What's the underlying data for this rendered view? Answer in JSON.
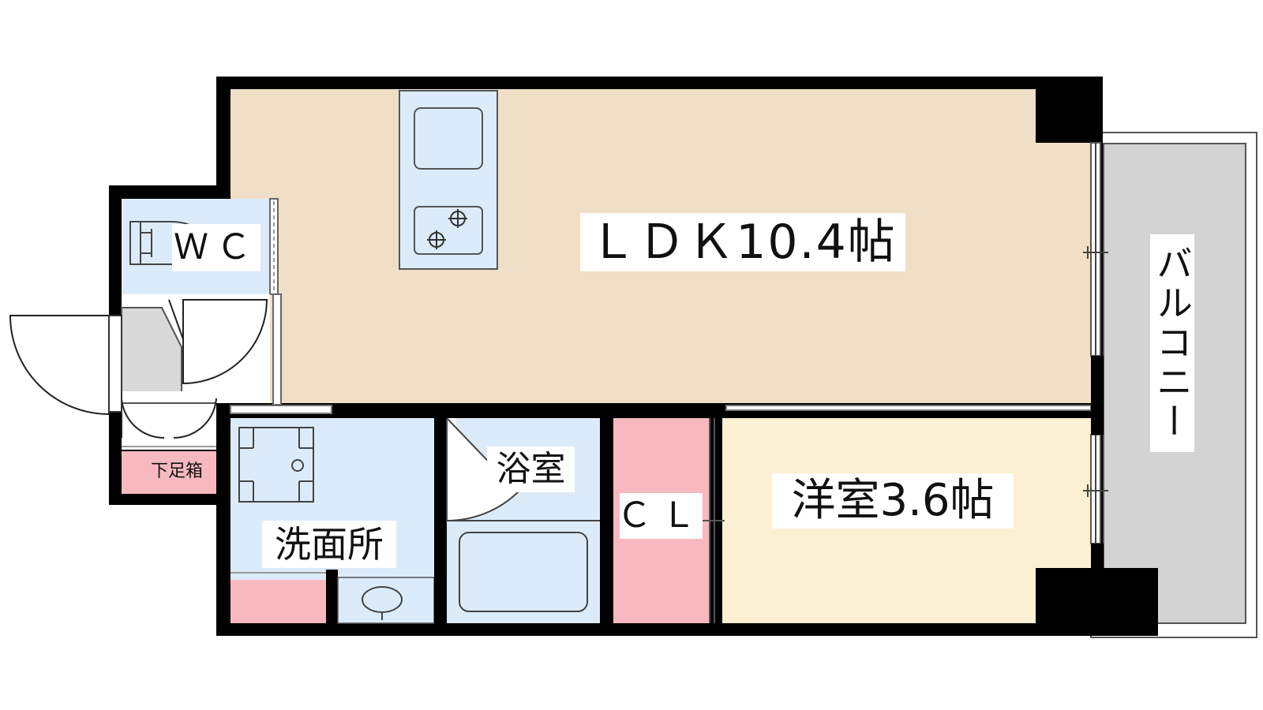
{
  "rooms": {
    "ldk": "ＬＤＫ10.4帖",
    "wc": "ＷＣ",
    "western_room": "洋室3.6帖",
    "closet": "ＣＬ",
    "bathroom": "浴室",
    "washroom": "洗面所",
    "shoe_box": "下足箱",
    "balcony": "バルコニー"
  },
  "colors": {
    "ldk_floor": "#efdfc7",
    "western_floor": "#fbf0d2",
    "wet_area": "#dcebfa",
    "storage": "#f7b9bf",
    "balcony": "#d3d3d3",
    "entry_floor": "#d9d9d9",
    "wall": "#000000"
  }
}
